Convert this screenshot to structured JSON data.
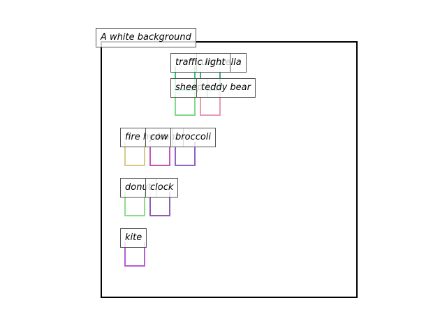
{
  "caption": "A white background",
  "objects": [
    {
      "id": "umbrella",
      "label": "umbrella",
      "color": "#3aaf8a"
    },
    {
      "id": "traffic-light",
      "label": "traffic light",
      "color": "#2ecc71"
    },
    {
      "id": "teddy-bear",
      "label": "teddy bear",
      "color": "#e69ab8"
    },
    {
      "id": "sheep",
      "label": "sheep",
      "color": "#7fdb8a"
    },
    {
      "id": "fire-hydrant",
      "label": "fire hydrant",
      "color": "#d6c98e"
    },
    {
      "id": "cow",
      "label": "cow",
      "color": "#c653b8"
    },
    {
      "id": "broccoli",
      "label": "broccoli",
      "color": "#8c62c8"
    },
    {
      "id": "donut",
      "label": "donut",
      "color": "#8edc8a"
    },
    {
      "id": "clock",
      "label": "clock",
      "color": "#8c5db5"
    },
    {
      "id": "kite",
      "label": "kite",
      "color": "#b55ed8"
    }
  ]
}
